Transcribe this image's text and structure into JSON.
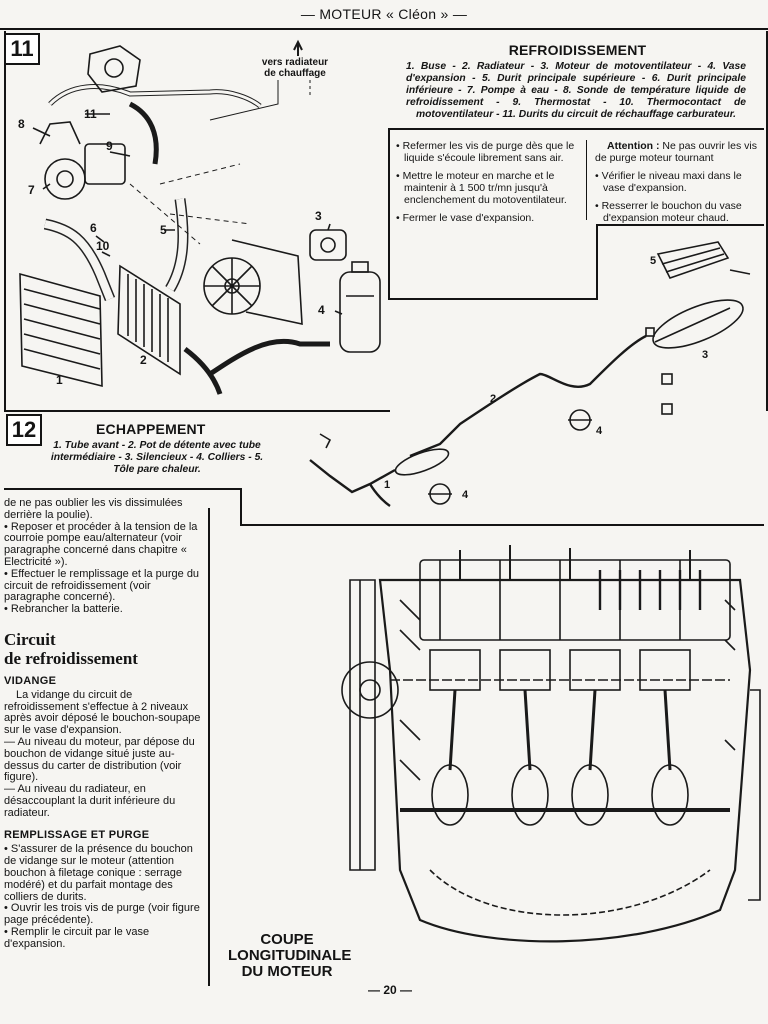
{
  "header": {
    "title": "— MOTEUR « Cléon » —"
  },
  "figure11": {
    "number": "11",
    "title": "REFROIDISSEMENT",
    "caption": "1. Buse - 2. Radiateur - 3. Moteur de motoventilateur - 4. Vase d'expansion - 5. Durit principale supérieure - 6. Durit principale inférieure - 7. Pompe à eau - 8. Sonde de température liquide de refroidissement - 9. Thermostat - 10. Thermocontact de motoventilateur - 11. Durits du circuit de réchauffage carburateur.",
    "callout": [
      "vers radiateur",
      "de chauffage"
    ],
    "labels": [
      "1",
      "2",
      "3",
      "4",
      "5",
      "6",
      "7",
      "8",
      "9",
      "10",
      "11"
    ]
  },
  "notes_left": [
    "Refermer les vis de purge dès que le liquide s'écoule librement sans air.",
    "Mettre le moteur en marche et le maintenir à 1 500 tr/mn jusqu'à enclenchement du motoventilateur.",
    "Fermer le vase d'expansion."
  ],
  "notes_right": {
    "attention_label": "Attention :",
    "attention_text": "Ne pas ouvrir les vis de purge moteur tournant",
    "items": [
      "Vérifier le niveau maxi dans le vase d'expansion.",
      "Resserrer le bouchon du vase d'expansion moteur chaud."
    ]
  },
  "figure12": {
    "number": "12",
    "title": "ECHAPPEMENT",
    "caption": "1. Tube avant - 2. Pot de détente avec tube intermédiaire - 3. Silencieux - 4. Colliers - 5. Tôle pare chaleur.",
    "labels": [
      "1",
      "2",
      "3",
      "4",
      "4",
      "5"
    ]
  },
  "body": {
    "lead": "de ne pas oublier les vis dissimulées derrière la poulie).",
    "bullets_top": [
      "Reposer et procéder à la tension de la courroie pompe eau/alternateur (voir paragraphe concerné dans chapitre « Electricité »).",
      "Effectuer le remplissage et la purge du circuit de refroidissement (voir paragraphe concerné).",
      "Rebrancher la batterie."
    ],
    "section_title_1": "Circuit",
    "section_title_2": "de refroidissement",
    "vidange_title": "VIDANGE",
    "vidange_text": "La vidange du circuit de refroidissement s'effectue à 2 niveaux après avoir déposé le bouchon-soupape sur le vase d'expansion.",
    "vidange_dash_1": "— Au niveau du moteur, par dépose du bouchon de vidange situé juste au-dessus du carter de distribution (voir figure).",
    "vidange_dash_2": "— Au niveau du radiateur, en désaccouplant la durit inférieure du radiateur.",
    "remplissage_title": "REMPLISSAGE ET PURGE",
    "bullets_bottom": [
      "S'assurer de la présence du bouchon de vidange sur le moteur (attention bouchon à filetage conique : serrage modéré) et du parfait montage des colliers de durits.",
      "Ouvrir les trois vis de purge (voir figure page précédente).",
      "Remplir le circuit par le vase d'expansion."
    ]
  },
  "coupe": {
    "line1": "COUPE",
    "line2": "LONGITUDINALE",
    "line3": "DU MOTEUR"
  },
  "page_number": "— 20 —"
}
